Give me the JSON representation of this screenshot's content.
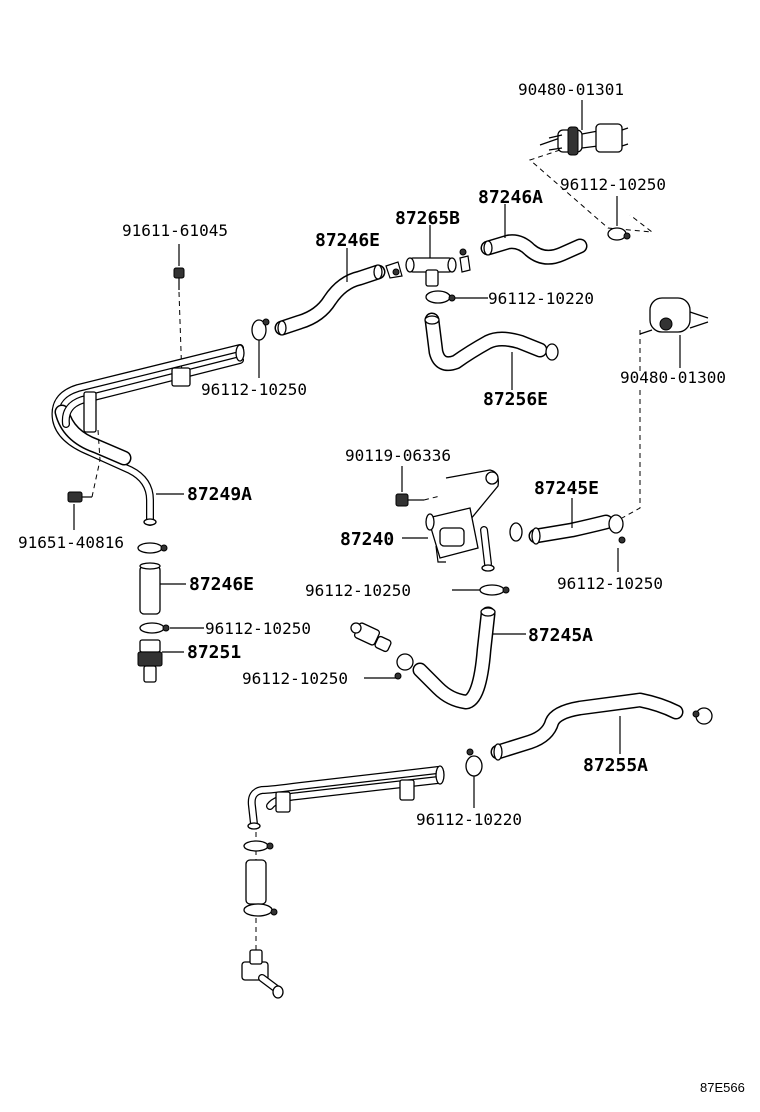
{
  "labels": {
    "p9048001301": "90480-01301",
    "p9611210250_a": "96112-10250",
    "p87246A": "87246A",
    "p87265B": "87265B",
    "p9161161045": "91611-61045",
    "p87246E_top": "87246E",
    "p9611210220_a": "96112-10220",
    "p9048001300": "90480-01300",
    "p9611210250_b": "96112-10250",
    "p87256E": "87256E",
    "p9011906336": "90119-06336",
    "p87245E": "87245E",
    "p87249A": "87249A",
    "p9165140816": "91651-40816",
    "p87240": "87240",
    "p9611210250_c": "96112-10250",
    "p9611210250_d": "96112-10250",
    "p87246E_mid": "87246E",
    "p9611210250_e": "96112-10250",
    "p87245A": "87245A",
    "p87251": "87251",
    "p9611210250_f": "96112-10250",
    "p87255A": "87255A",
    "p9611210220_b": "96112-10220"
  },
  "diagram_code": "87E566"
}
